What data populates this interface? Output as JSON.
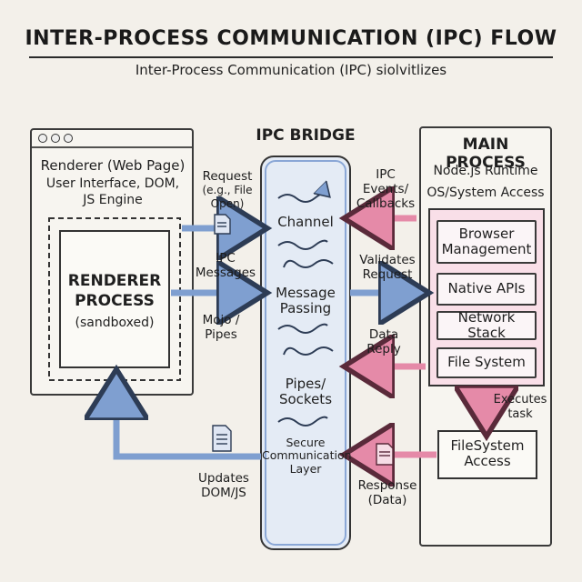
{
  "title": "INTER-PROCESS COMMUNICATION (IPC) FLOW",
  "subtitle": "Inter-Process Communication (IPC) siolvitlizes",
  "renderer": {
    "heading_line1": "Renderer (Web Page)",
    "heading_line2": "User Interface, DOM,",
    "heading_line3": "JS Engine",
    "process_line1": "RENDERER",
    "process_line2": "PROCESS",
    "process_line3": "(sandboxed)"
  },
  "bridge": {
    "title": "IPC BRIDGE",
    "channel": "Channel",
    "message_line1": "Message",
    "message_line2": "Passing",
    "pipes_line1": "Pipes/",
    "pipes_line2": "Sockets",
    "secure_line1": "Secure",
    "secure_line2": "Communication",
    "secure_line3": "Layer"
  },
  "main": {
    "title": "MAIN PROCESS",
    "runtime": "Node.js Runtime",
    "os_access": "OS/System Access",
    "modules": [
      {
        "line1": "Browser",
        "line2": "Management"
      },
      {
        "line1": "Native APIs",
        "line2": ""
      },
      {
        "line1": "Network Stack",
        "line2": ""
      },
      {
        "line1": "File System",
        "line2": ""
      }
    ],
    "fs_access_line1": "FileSystem",
    "fs_access_line2": "Access",
    "executes_line1": "Executes",
    "executes_line2": "task"
  },
  "arrows": {
    "request_line1": "Request",
    "request_line2": "(e.g., File",
    "request_line3": "Open)",
    "ipc_messages_line1": "IPC",
    "ipc_messages_line2": "Messages",
    "mojo_line1": "Mojo /",
    "mojo_line2": "Pipes",
    "ipc_events_line1": "IPC",
    "ipc_events_line2": "Events/",
    "ipc_events_line3": "Callbacks",
    "validates_line1": "Validates",
    "validates_line2": "Request",
    "data_reply_line1": "Data",
    "data_reply_line2": "Reply",
    "response_line1": "Response",
    "response_line2": "(Data)",
    "updates_line1": "Updates",
    "updates_line2": "DOM/JS"
  },
  "colors": {
    "blue_arrow": "#7f9fd0",
    "pink_arrow": "#e58aa8",
    "bridge_fill": "#e4ebf5",
    "pink_fill": "#f9dfe8"
  },
  "icons": [
    "document-icon",
    "wave-arrow-icon",
    "window-dots-icon"
  ]
}
